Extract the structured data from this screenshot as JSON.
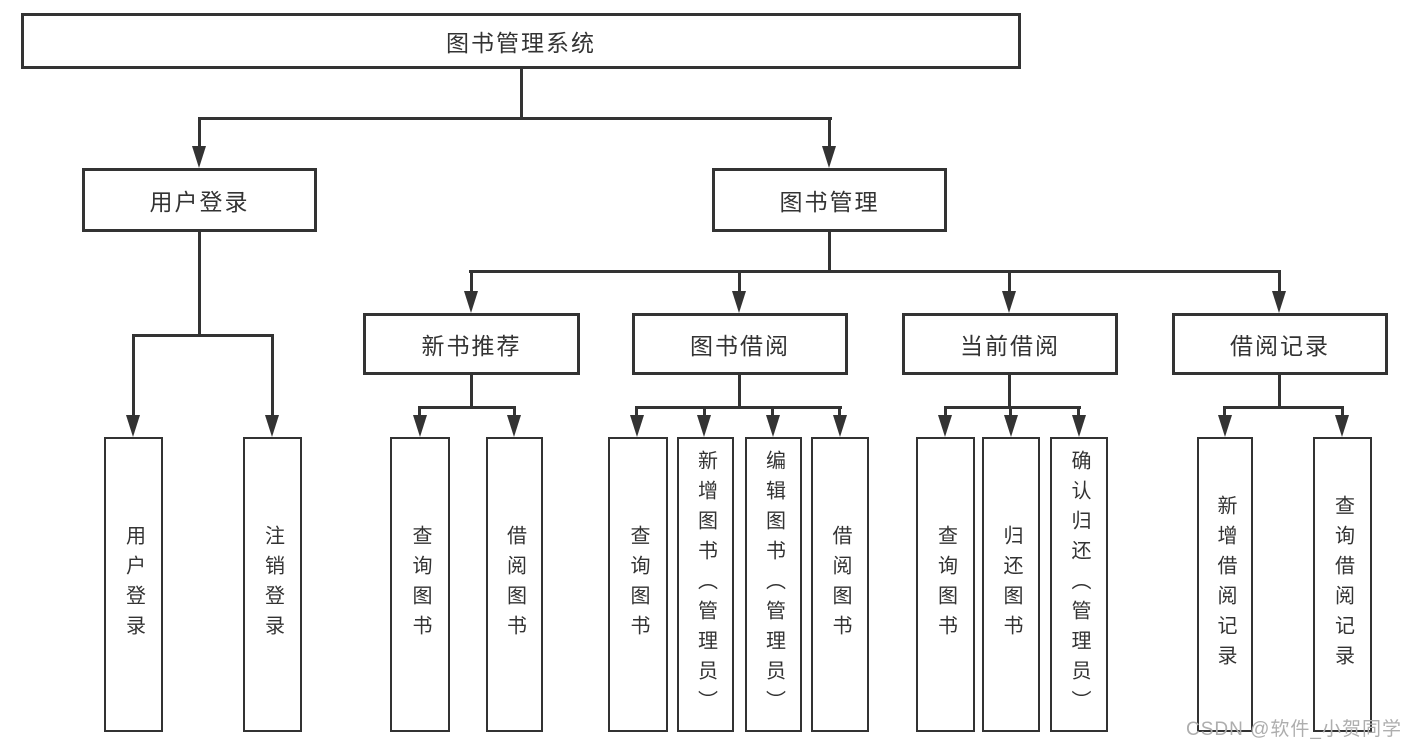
{
  "diagram": {
    "root": {
      "label": "图书管理系统",
      "children": [
        {
          "label": "用户登录",
          "children": [
            {
              "label": "用户登录"
            },
            {
              "label": "注销登录"
            }
          ]
        },
        {
          "label": "图书管理",
          "children": [
            {
              "label": "新书推荐",
              "children": [
                {
                  "label": "查询图书"
                },
                {
                  "label": "借阅图书"
                }
              ]
            },
            {
              "label": "图书借阅",
              "children": [
                {
                  "label": "查询图书"
                },
                {
                  "label": "新增图书（管理员）"
                },
                {
                  "label": "编辑图书（管理员）"
                },
                {
                  "label": "借阅图书"
                }
              ]
            },
            {
              "label": "当前借阅",
              "children": [
                {
                  "label": "查询图书"
                },
                {
                  "label": "归还图书"
                },
                {
                  "label": "确认归还（管理员）"
                }
              ]
            },
            {
              "label": "借阅记录",
              "children": [
                {
                  "label": "新增借阅记录"
                },
                {
                  "label": "查询借阅记录"
                }
              ]
            }
          ]
        }
      ]
    }
  },
  "watermark": {
    "text": "CSDN @软件_小贺同学"
  },
  "colors": {
    "line": "#333333",
    "text": "#333333",
    "background": "#ffffff",
    "watermark": "#aeaeae"
  }
}
